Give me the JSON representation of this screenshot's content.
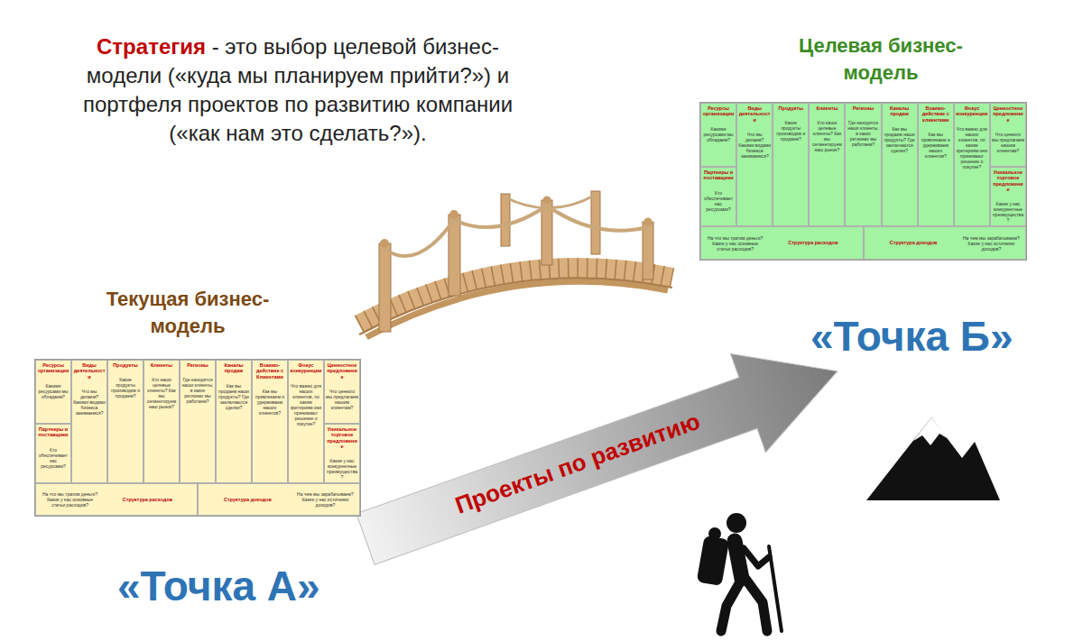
{
  "diagram": {
    "nodes": [
      {
        "text": [
          "Текущая бизнес-модель"
        ]
      },
      {
        "text": [
          "Ресурсы организации",
          "Какими ресурсами мы обладаем?"
        ],
        "in": 0
      },
      {
        "text": [
          "Виды деятельности",
          "Что мы делаем? Какими видами бизнеса занимаемся?"
        ],
        "in": 0
      },
      {
        "text": [
          "Продукты",
          "Какие продукты производим и продаем?"
        ],
        "in": 0
      },
      {
        "text": [
          "Клиенты",
          "Кто наши целевые клиенты? Как мы сегментируем наш рынок?"
        ],
        "in": 0
      },
      {
        "text": [
          "Регионы",
          "Где находятся наши клиенты, в каких регионах мы работаем?"
        ],
        "in": 0
      },
      {
        "text": [
          "Каналы продаж",
          "Как мы продаем наши продукты? Где заключаются сделки?"
        ],
        "in": 0
      },
      {
        "text": [
          "Взаимо-действие с Клиентами",
          "Как мы привлекаем и удерживаем наших клиентов?"
        ],
        "in": 0
      },
      {
        "text": [
          "Фокус конкуренции",
          "Что важно для наших клиентов, по каким критериям они принимают решение о покупке?"
        ],
        "in": 0
      },
      {
        "text": [
          "Ценностное предложение",
          "Что ценного мы предлагаем нашим клиентам?"
        ],
        "in": 0
      },
      {
        "text": [
          "Партнеры и поставщики",
          "Кто обеспечивает нас ресурсами?"
        ],
        "in": 0
      },
      {
        "text": [
          "Уникальное торговое предложение",
          "Какие у нас конкурентные преимущества?"
        ],
        "in": 0
      },
      {
        "text": [
          "На что мы тратим деньги? Какие у нас основные статьи расходов?",
          "Структура расходов"
        ],
        "in": 0
      },
      {
        "text": [
          "Структура доходов",
          "На чем мы зарабатываем? Какие у нас источники доходов?"
        ],
        "in": 0
      },
      {
        "text": [
          "Целевая бизнес-модель"
        ]
      },
      {
        "text": [
          "Ресурсы организации",
          "Какими ресурсами мы обладаем?"
        ],
        "in": 14
      },
      {
        "text": [
          "Виды деятельности",
          "Что мы делаем? Какими видами бизнеса занимаемся?"
        ],
        "in": 14
      },
      {
        "text": [
          "Продукты",
          "Какие продукты производим и продаем?"
        ],
        "in": 14
      },
      {
        "text": [
          "Клиенты",
          "Кто наши целевые клиенты? Как мы сегментируем наш рынок?"
        ],
        "in": 14
      },
      {
        "text": [
          "Регионы",
          "Где находятся наши клиенты, в каких регионах мы работаем?"
        ],
        "in": 14
      },
      {
        "text": [
          "Каналы продаж",
          "Как мы продаем наши продукты? Где заключаются сделки?"
        ],
        "in": 14
      },
      {
        "text": [
          "Взаимо-действие с клиентами",
          "Как мы привлекаем и удерживаем наших клиентов?"
        ],
        "in": 14
      },
      {
        "text": [
          "Фокус конкуренции",
          "Что важно для наших клиентов, по каким критериям они принимают решение о покупке?"
        ],
        "in": 14
      },
      {
        "text": [
          "Ценностное предложение",
          "Что ценного мы предлагаем нашим клиентам?"
        ],
        "in": 14
      },
      {
        "text": [
          "Партнеры и поставщики",
          "Кто обеспечивает нас ресурсами?"
        ],
        "in": 14
      },
      {
        "text": [
          "Уникальное торговое предложение",
          "Какие у нас конкурентные преимущества?"
        ],
        "in": 14
      },
      {
        "text": [
          "На что мы тратим деньги? Какие у нас основные статьи расходов?",
          "Структура расходов"
        ],
        "in": 14
      },
      {
        "text": [
          "Структура доходов",
          "На чем мы зарабатываем? Какие у нас источники доходов?"
        ],
        "in": 14
      }
    ],
    "labels": [
      "Стратегия",
      "- это выбор целевой бизнес-модели («куда мы планируем прийти?») и портфеля проектов по развитию компании («как нам это сделать?»).",
      "«Точка Б»",
      "Проекты по развитию",
      "«Точка А»"
    ]
  }
}
